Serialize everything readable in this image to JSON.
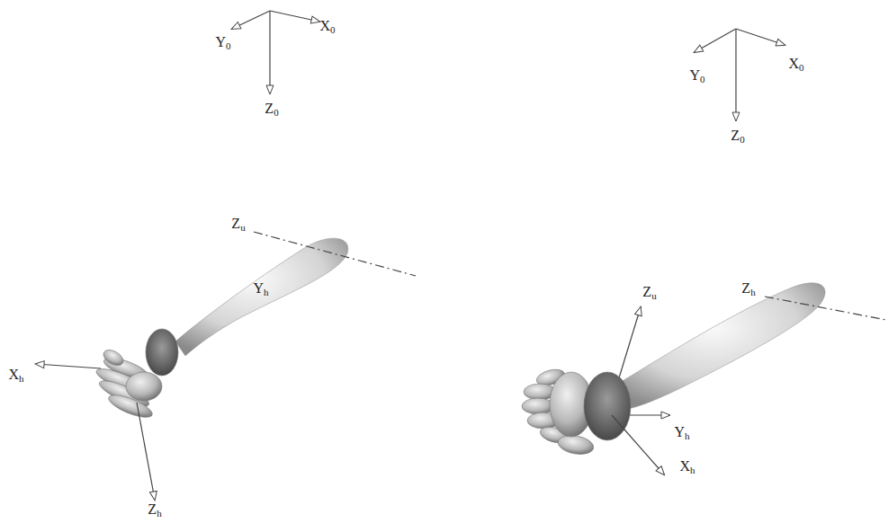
{
  "diagram": {
    "labels": [
      "Y0",
      "X0",
      "Z0",
      "Y0",
      "X0",
      "Z0",
      "Zu",
      "Yh",
      "Xh",
      "Zh",
      "Zh",
      "Zu",
      "Yh",
      "Xh"
    ]
  }
}
